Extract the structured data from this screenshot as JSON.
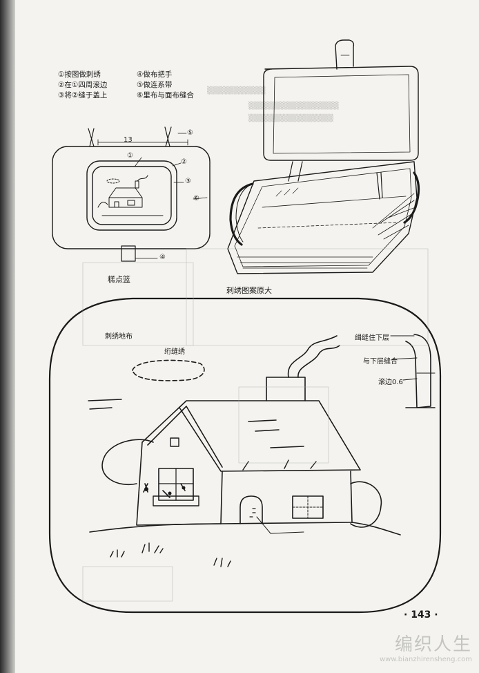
{
  "instructions": [
    "①按图做刺绣",
    "④做布把手",
    "②在①四周滚边",
    "⑤做连系带",
    "③将②缝于盖上",
    "⑥里布与面布缝合"
  ],
  "lid_diagram": {
    "dimension": "13",
    "markers": [
      "①",
      "②",
      "③",
      "④",
      "⑤",
      "⑥"
    ],
    "caption": "糕点篮"
  },
  "embroidery": {
    "title": "刺绣图案原大",
    "fabric_label": "刺绣地布",
    "stitch_label": "绗缝绣",
    "binding_labels": {
      "sew_lower": "缉缝住下层",
      "join_lower": "与下层缝合",
      "binding_width": "滚边0.6"
    }
  },
  "page_number": "· 143 ·",
  "watermark": {
    "logo": "编织人生",
    "url": "www.bianzhirensheng.com"
  }
}
